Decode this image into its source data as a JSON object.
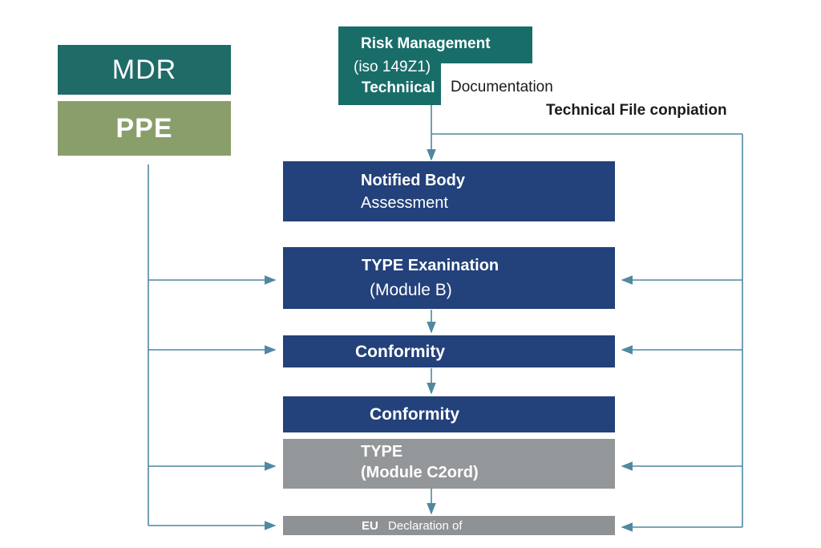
{
  "tags": {
    "mdr": "MDR",
    "ppe": "PPE"
  },
  "risk": {
    "title": "Risk Management",
    "iso": "(iso 149Z1)",
    "technical": "Techniical",
    "documentation": "Documentation",
    "technical_file": "Technical  File conpiation"
  },
  "steps": {
    "notified_body": {
      "line1": "Notified Body",
      "line2": "Assessment"
    },
    "type_exam": {
      "line1": "TYPE Exanination",
      "line2": "(Module B)"
    },
    "conformity_1": "Conformity",
    "conformity_2": "Conformity",
    "type_module": {
      "line1": "TYPE",
      "line2": "(Module C2ord)"
    },
    "eu_declaration": {
      "line1": "EU",
      "line2": "Declaration of"
    }
  },
  "colors": {
    "teal": "#196d69",
    "olive": "#8a9e6b",
    "navy": "#23417a",
    "grey": "#939799",
    "connector": "#4f88a0"
  }
}
